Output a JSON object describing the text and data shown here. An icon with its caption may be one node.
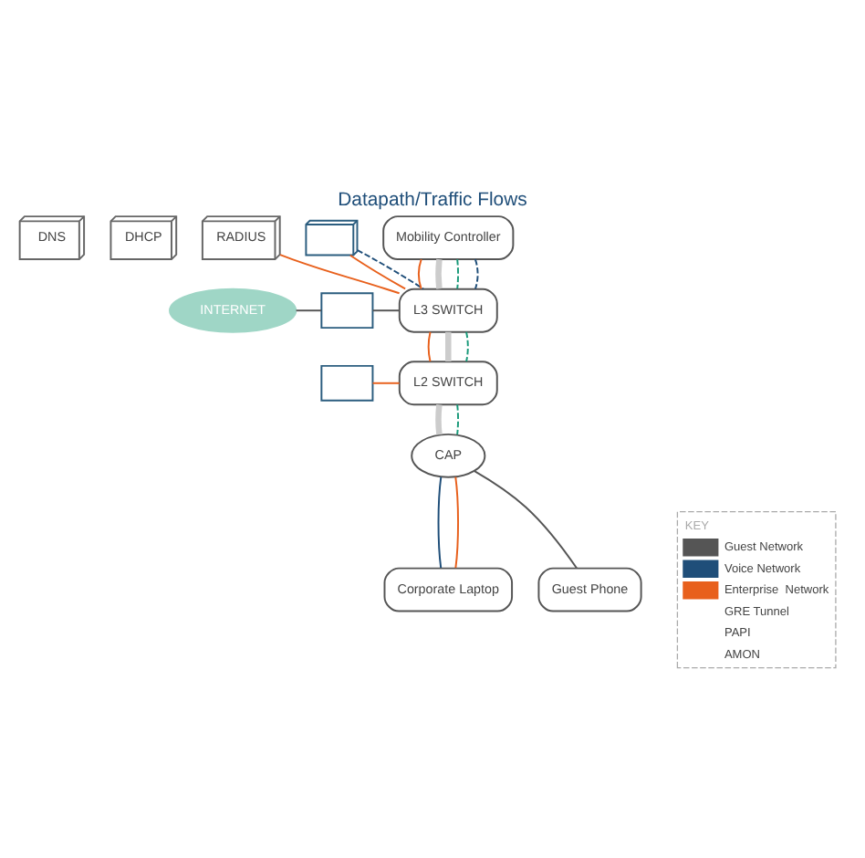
{
  "diagram": {
    "title": "Datapath/Traffic Flows",
    "nodes": [
      {
        "text": [
          "DNS"
        ]
      },
      {
        "text": [
          "DHCP"
        ]
      },
      {
        "text": [
          "RADIUS"
        ]
      },
      {
        "text": [],
        "shape": "server"
      },
      {
        "text": [
          "Mobility Controller"
        ]
      },
      {
        "text": [
          "L3 SWITCH"
        ]
      },
      {
        "text": [
          "INTERNET"
        ]
      },
      {
        "text": [],
        "shape": "firewall"
      },
      {
        "text": [],
        "shape": "printer"
      },
      {
        "text": [
          "L2 SWITCH"
        ]
      },
      {
        "text": [
          "CAP"
        ]
      },
      {
        "text": [
          "Corporate Laptop"
        ]
      },
      {
        "text": [
          "Guest Phone"
        ]
      }
    ],
    "edges": [
      {
        "from": 2,
        "to": 5,
        "arrow": "none",
        "color": "#e8601c"
      },
      {
        "from": 3,
        "to": 5,
        "arrow": "none",
        "color": "#e8601c"
      },
      {
        "from": 3,
        "to": 5,
        "arrow": "none",
        "style": "dashed",
        "color": "#1f4e79"
      },
      {
        "from": 4,
        "to": 5,
        "arrow": "none",
        "color": "#e8601c"
      },
      {
        "from": 4,
        "to": 5,
        "arrow": "none",
        "style": "thick",
        "color": "#cccccc"
      },
      {
        "from": 4,
        "to": 5,
        "arrow": "none",
        "style": "dashed",
        "color": "#1a9a7a"
      },
      {
        "from": 4,
        "to": 5,
        "arrow": "none",
        "style": "dashed",
        "color": "#1f4e79"
      },
      {
        "from": 6,
        "to": 7,
        "arrow": "none",
        "color": "#555555"
      },
      {
        "from": 7,
        "to": 5,
        "arrow": "none",
        "color": "#555555"
      },
      {
        "from": 5,
        "to": 9,
        "arrow": "none",
        "color": "#e8601c"
      },
      {
        "from": 5,
        "to": 9,
        "arrow": "none",
        "style": "thick",
        "color": "#cccccc"
      },
      {
        "from": 5,
        "to": 9,
        "arrow": "none",
        "style": "dashed",
        "color": "#1a9a7a"
      },
      {
        "from": 8,
        "to": 9,
        "arrow": "none",
        "color": "#e8601c"
      },
      {
        "from": 9,
        "to": 10,
        "arrow": "none",
        "style": "thick",
        "color": "#cccccc"
      },
      {
        "from": 9,
        "to": 10,
        "arrow": "none",
        "style": "dashed",
        "color": "#1a9a7a"
      },
      {
        "from": 10,
        "to": 11,
        "arrow": "none",
        "color": "#1f4e79"
      },
      {
        "from": 10,
        "to": 11,
        "arrow": "none",
        "color": "#e8601c"
      },
      {
        "from": 10,
        "to": 12,
        "arrow": "none",
        "color": "#555555"
      }
    ],
    "labels": [
      "KEY"
    ],
    "legend": [
      {
        "text": "Guest Network",
        "color": "#555555"
      },
      {
        "text": "Voice Network",
        "color": "#1f4e79"
      },
      {
        "text": "Enterprise  Network",
        "color": "#e8601c"
      },
      {
        "text": "GRE Tunnel"
      },
      {
        "text": "PAPI"
      },
      {
        "text": "AMON"
      }
    ]
  }
}
